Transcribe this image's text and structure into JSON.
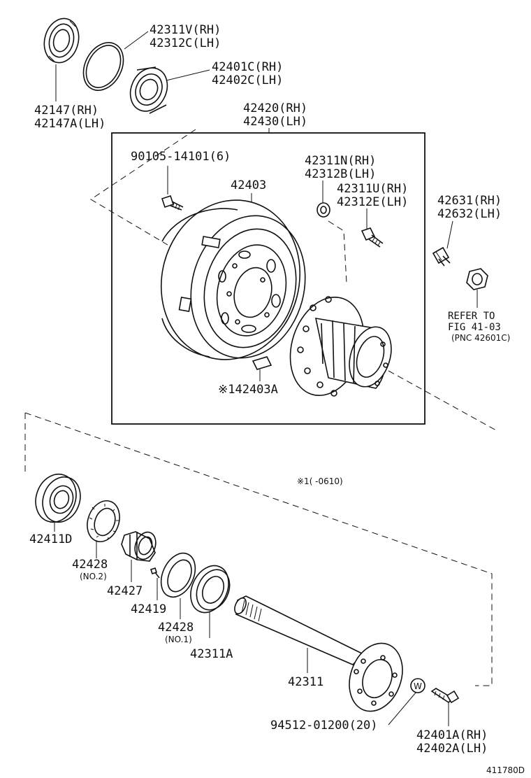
{
  "labels": {
    "l42311v_rh": "42311V(RH)",
    "l42312c_lh": "42312C(LH)",
    "l42401c_rh": "42401C(RH)",
    "l42402c_lh": "42402C(LH)",
    "l42147_rh": "42147(RH)",
    "l42147a_lh": "42147A(LH)",
    "l42420_rh": "42420(RH)",
    "l42430_lh": "42430(LH)",
    "l90105": "90105-14101(6)",
    "l42403": "42403",
    "l42311n_rh": "42311N(RH)",
    "l42312b_lh": "42312B(LH)",
    "l42311u_rh": "42311U(RH)",
    "l42312e_lh": "42312E(LH)",
    "l42631_rh": "42631(RH)",
    "l42632_lh": "42632(LH)",
    "refer_line1": "REFER TO",
    "refer_line2": "FIG 41-03",
    "refer_line3": "(PNC 42601C)",
    "l42403a": "※142403A",
    "note_period": "※1(    -0610)",
    "l42411d": "42411D",
    "l42428_no2": "42428",
    "no2": "(NO.2)",
    "l42427": "42427",
    "l42419": "42419",
    "l42428_no1": "42428",
    "no1": "(NO.1)",
    "l42311a": "42311A",
    "l42311": "42311",
    "l94512": "94512-01200(20)",
    "l42401a_rh": "42401A(RH)",
    "l42402a_lh": "42402A(LH)",
    "w_mark": "W",
    "fig_id": "411780D"
  }
}
